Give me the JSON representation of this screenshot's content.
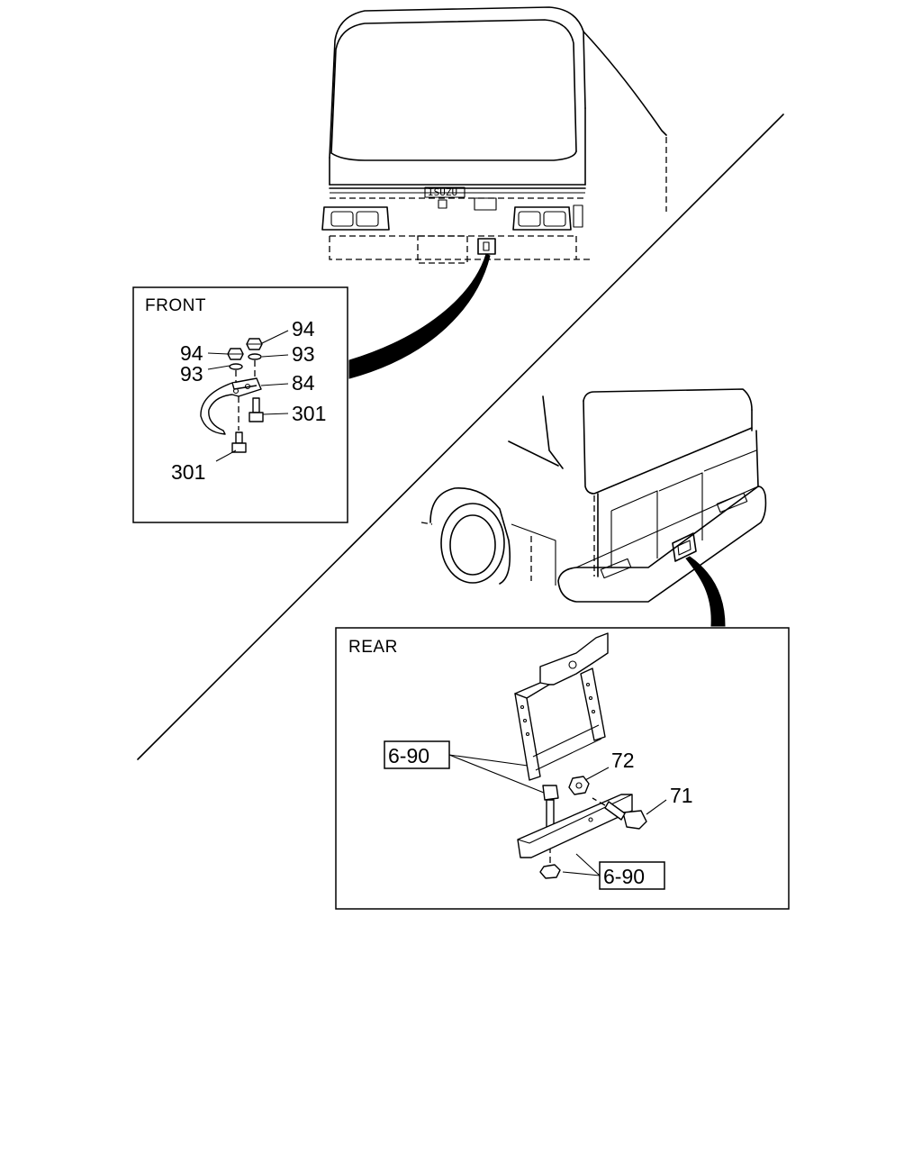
{
  "front_panel": {
    "title": "FRONT",
    "labels": {
      "nut_right": "94",
      "washer_right": "93",
      "nut_left": "94",
      "washer_left": "93",
      "hook": "84",
      "bolt_right": "301",
      "bolt_left": "301"
    }
  },
  "rear_panel": {
    "title": "REAR",
    "labels": {
      "ref_upper": "6-90",
      "nut": "72",
      "bolt": "71",
      "ref_lower": "6-90"
    }
  },
  "truck_front": {
    "grille_text": "ISUZU"
  }
}
